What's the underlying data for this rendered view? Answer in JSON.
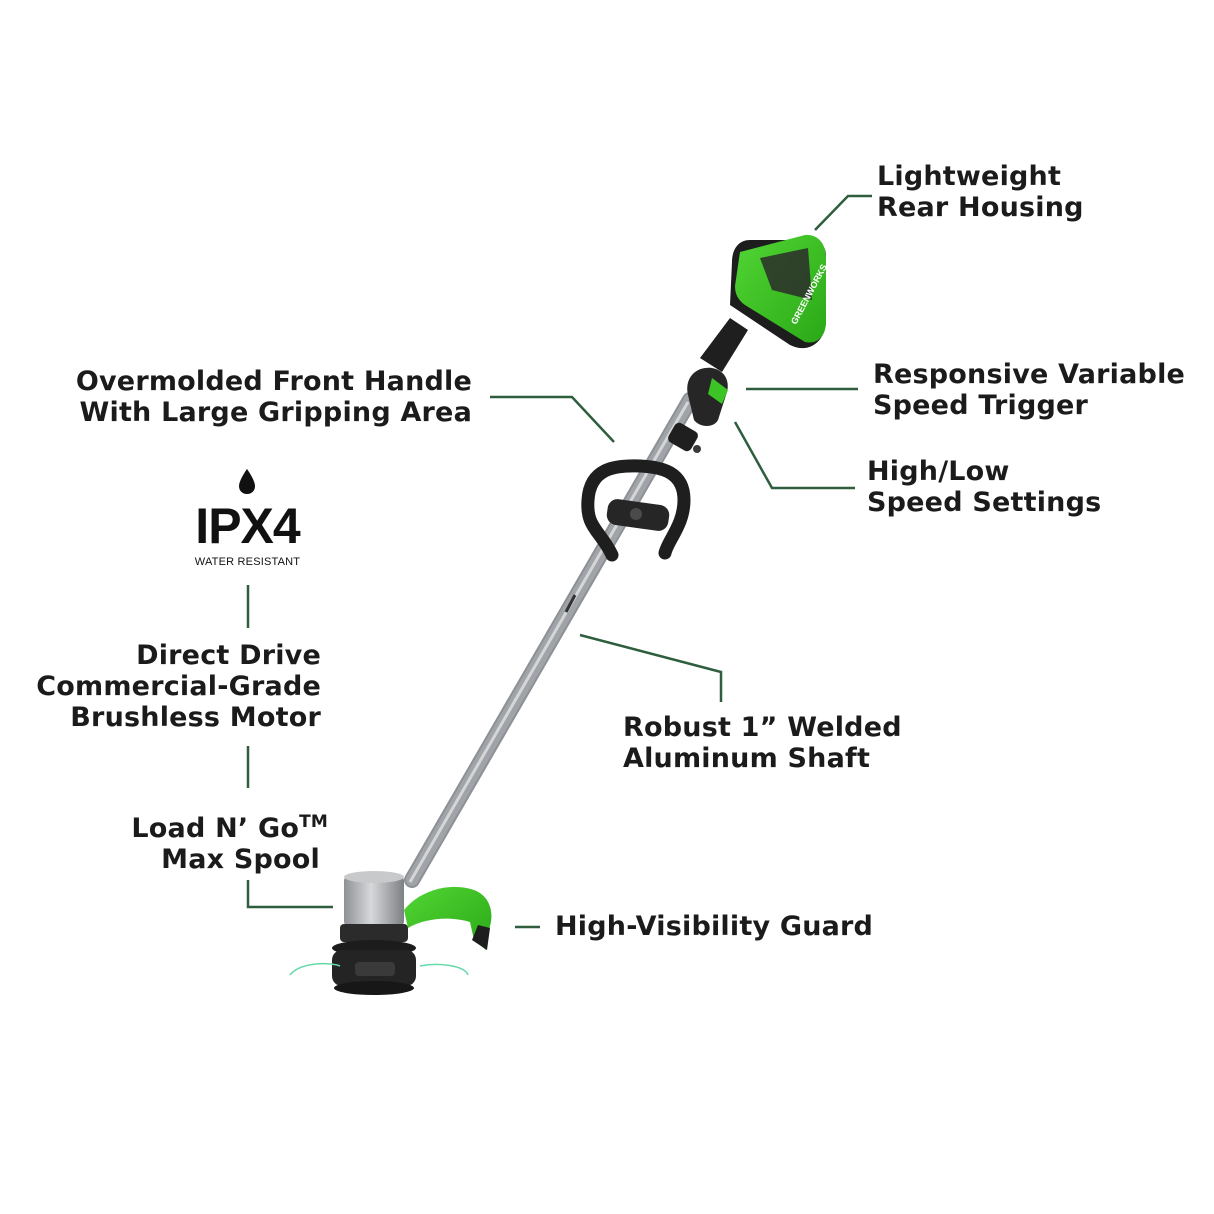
{
  "callouts": {
    "rear_housing": [
      "Lightweight",
      "Rear Housing"
    ],
    "front_handle": [
      "Overmolded Front Handle",
      "With Large Gripping Area"
    ],
    "trigger": [
      "Responsive Variable",
      "Speed Trigger"
    ],
    "speed_settings": [
      "High/Low",
      "Speed Settings"
    ],
    "motor": [
      "Direct Drive",
      "Commercial-Grade",
      "Brushless Motor"
    ],
    "shaft": [
      "Robust 1” Welded",
      "Aluminum Shaft"
    ],
    "spool": {
      "line1_main": "Load N’ Go",
      "line1_sup": "TM",
      "line2": "Max Spool"
    },
    "guard": [
      "High-Visibility Guard"
    ]
  },
  "badge": {
    "code": "IPX4",
    "label": "WATER RESISTANT",
    "icon": "water-drop-icon"
  },
  "product": {
    "brand": "GREENWORKS"
  },
  "colors": {
    "leader": "#2e5e3e",
    "accent_green": "#39c021",
    "dark": "#1e1e1e",
    "shaft": "#b9bcbf"
  }
}
